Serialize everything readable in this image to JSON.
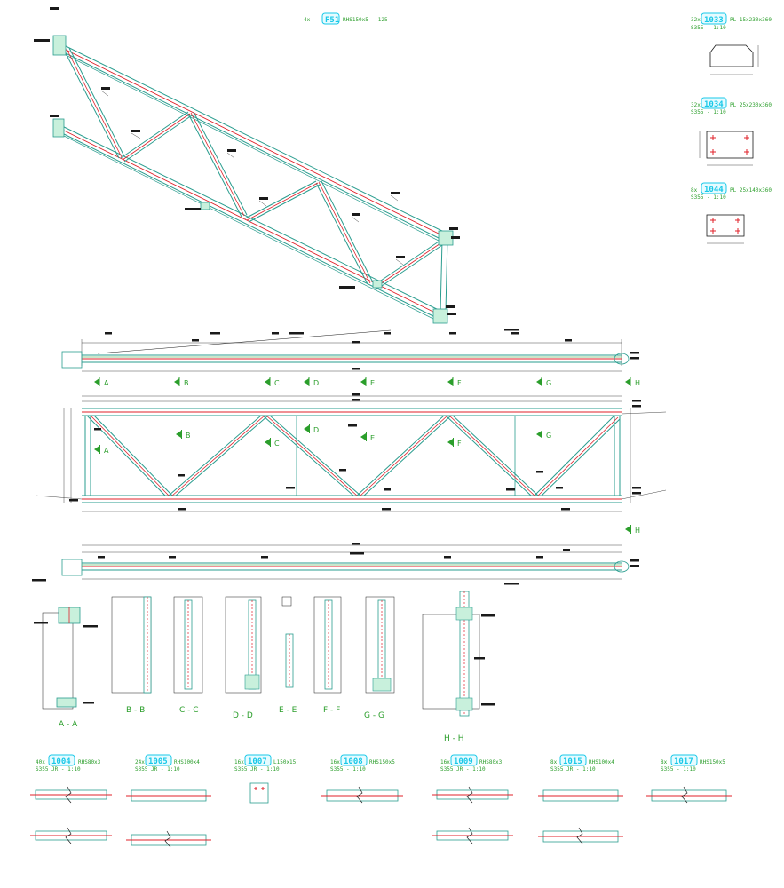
{
  "colors": {
    "steel": "#2a9d8f",
    "centerline": "#e0202a",
    "green": "#2b9e2b",
    "dimension": "#1a1a1a",
    "mark_fill": "#e6fbff",
    "mark_stroke": "#18c8e8"
  },
  "main": {
    "qty": "4x",
    "mark": "F51",
    "profile": "RHS150x5 - 125"
  },
  "plates": [
    {
      "qty": "32x",
      "mark": "1033",
      "desc": "PL 15x230x360",
      "scale": "S355 - 1:10"
    },
    {
      "qty": "32x",
      "mark": "1034",
      "desc": "PL 25x230x360",
      "scale": "S355 - 1:10"
    },
    {
      "qty": "8x",
      "mark": "1044",
      "desc": "PL 25x140x360",
      "scale": "S355 - 1:10"
    }
  ],
  "section_markers": [
    "A",
    "B",
    "C",
    "D",
    "E",
    "F",
    "G",
    "H"
  ],
  "section_views": [
    "A - A",
    "B - B",
    "C - C",
    "D - D",
    "E - E",
    "F - F",
    "G - G",
    "H - H"
  ],
  "parts": [
    {
      "qty": "40x",
      "mark": "1004",
      "profile": "RHS80x3",
      "scale": "S355 JR - 1:10"
    },
    {
      "qty": "24x",
      "mark": "1005",
      "profile": "RHS100x4",
      "scale": "S355 JR - 1:10"
    },
    {
      "qty": "16x",
      "mark": "1007",
      "profile": "L150x15",
      "scale": "S355 JR - 1:10"
    },
    {
      "qty": "16x",
      "mark": "1008",
      "profile": "RHS150x5",
      "scale": "S355 - 1:10"
    },
    {
      "qty": "16x",
      "mark": "1009",
      "profile": "RHS80x3",
      "scale": "S355 JR - 1:10"
    },
    {
      "qty": "8x",
      "mark": "1015",
      "profile": "RHS100x4",
      "scale": "S355 JR - 1:10"
    },
    {
      "qty": "8x",
      "mark": "1017",
      "profile": "RHS150x5",
      "scale": "S355 - 1:10"
    }
  ]
}
